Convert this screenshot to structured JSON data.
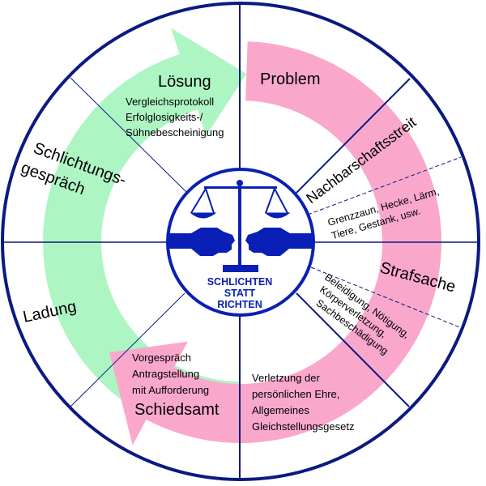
{
  "colors": {
    "ring": "#0b1a80",
    "green_arrow": "#aef5c4",
    "pink_arrow": "#f9a8cc",
    "logo": "#0a1fb5"
  },
  "logo": {
    "icon": "scales-of-justice-handshake-icon",
    "lines": [
      "SCHLICHTEN",
      "STATT",
      "RICHTEN"
    ]
  },
  "segments": {
    "loesung": {
      "title": "Lösung",
      "items": [
        "Vergleichsprotokoll",
        "Erfolglosigkeits-/",
        "Sühnebescheinigung"
      ]
    },
    "problem": {
      "title": "Problem"
    },
    "nachbarschaftsstreit": {
      "title": "Nachbarschaftsstreit",
      "items": [
        "Grenzzaun,  Hecke, Lärm,",
        "Tiere, Gestank, usw."
      ]
    },
    "strafsache": {
      "title": "Strafsache",
      "items": [
        "Beleidigung, Nötigung,",
        "Körperverletzung,",
        "Sachbeschädigung"
      ]
    },
    "ehre": {
      "items": [
        "Verletzung  der",
        "persönlichen  Ehre,",
        "Allgemeines",
        "Gleichstellungsgesetz"
      ]
    },
    "schiedsamt": {
      "title": "Schiedsamt",
      "items": [
        "Vorgespräch",
        "Antragstellung",
        "mit Aufforderung"
      ]
    },
    "ladung": {
      "title": "Ladung"
    },
    "schlichtung": {
      "title_lines": [
        "Schlichtungs-",
        "gespräch"
      ]
    }
  }
}
